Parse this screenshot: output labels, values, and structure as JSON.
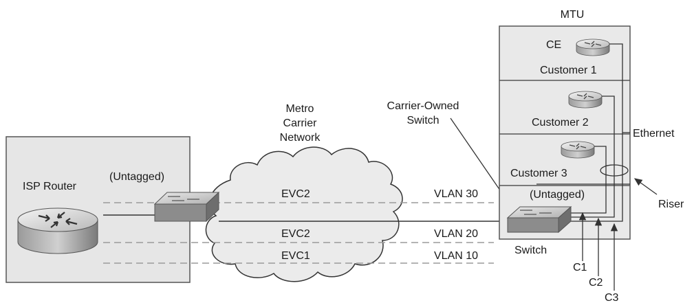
{
  "diagram": {
    "isp_router": "ISP Router",
    "untagged_left": "(Untagged)",
    "cloud_label_lines": [
      "Metro",
      "Carrier",
      "Network"
    ],
    "evc_top": "EVC2",
    "evc_mid": "EVC2",
    "evc_bottom": "EVC1",
    "vlan_30": "VLAN 30",
    "vlan_20": "VLAN 20",
    "vlan_10": "VLAN 10",
    "carrier_switch_lines": [
      "Carrier-Owned",
      "Switch"
    ],
    "mtu": "MTU",
    "ce": "CE",
    "customer_1": "Customer 1",
    "customer_2": "Customer 2",
    "customer_3": "Customer 3",
    "ethernet": "Ethernet",
    "untagged_right": "(Untagged)",
    "riser": "Riser",
    "switch": "Switch",
    "c1": "C1",
    "c2": "C2",
    "c3": "C3"
  },
  "colors": {
    "isp_box_fill": "#e6e6e6",
    "mtu_fill": "#e9e9e9",
    "cloud_fill": "#ebebeb",
    "line": "#333333",
    "dashed": "#9a9a9a"
  }
}
